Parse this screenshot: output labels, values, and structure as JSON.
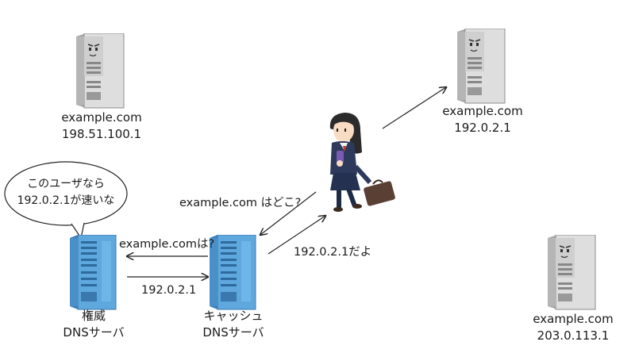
{
  "servers": {
    "top_left": {
      "domain": "example.com",
      "ip": "198.51.100.1"
    },
    "top_right": {
      "domain": "example.com",
      "ip": "192.0.2.1"
    },
    "bottom_right": {
      "domain": "example.com",
      "ip": "203.0.113.1"
    },
    "authoritative": {
      "line1": "権威",
      "line2": "DNSサーバ"
    },
    "cache": {
      "line1": "キャッシュ",
      "line2": "DNSサーバ"
    }
  },
  "bubble": {
    "line1": "このユーザなら",
    "line2": "192.0.2.1が速いな"
  },
  "messages": {
    "user_query": "example.com はどこ?",
    "cache_query": "example.comは?",
    "auth_answer": "192.0.2.1",
    "cache_answer": "192.0.2.1だよ"
  },
  "colors": {
    "gray_server": "#d9d9d9",
    "blue_server": "#5ea8de",
    "arrow": "#222222"
  }
}
